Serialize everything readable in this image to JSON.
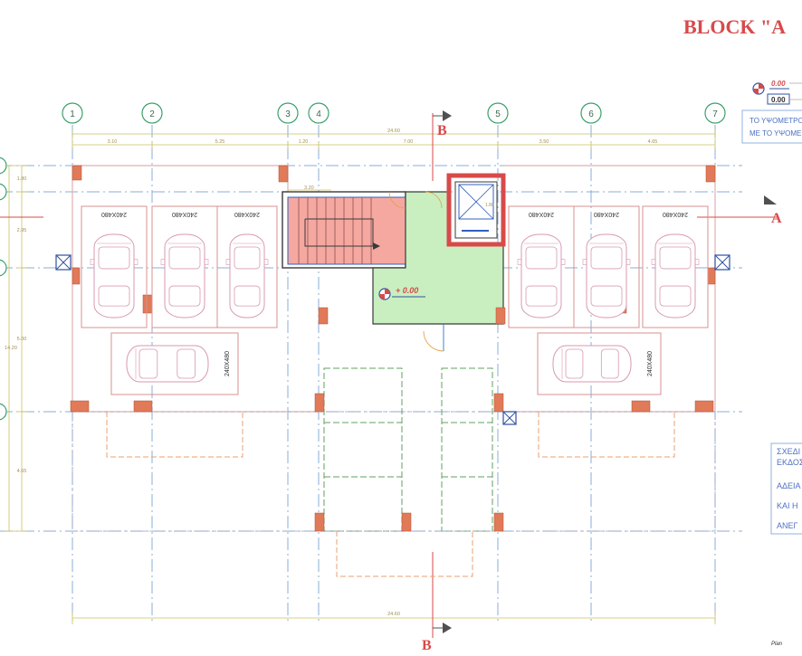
{
  "title": "BLOCK \"A",
  "section_a": "A",
  "section_b": "B",
  "grid_numbers": [
    "1",
    "2",
    "3",
    "4",
    "5",
    "6",
    "7"
  ],
  "dims_top_total": "24.60",
  "dims_top": [
    "3.10",
    "5.25",
    "1.20",
    "7.00",
    "3.50",
    "4.65"
  ],
  "dims_bottom_total": "24.60",
  "dims_left": [
    "1.80",
    "2.95",
    "5.00",
    "14.20",
    "4.65"
  ],
  "stair_dim": "3.20",
  "elevator_dim": "1.80",
  "level_label": "+ 0.00",
  "legend_level": "0.00",
  "legend_box": "0.00",
  "note_lines": [
    "ΤΟ ΥΨΟΜΕΤΡΟ",
    "ΜΕ ΤΟ ΥΨΟΜΕ"
  ],
  "stamp_lines": [
    "ΣΧΕΔΙ",
    "ΕΚΔΟΣ",
    "ΑΔΕΙΑ",
    "ΚΑΙ Η",
    "ΑΝΕΓ"
  ],
  "parking_labels": [
    "240X480",
    "240X480",
    "240X480",
    "240X480",
    "240X480",
    "240X480",
    "240X480",
    "240X480"
  ],
  "footer_text": "Plan",
  "colors": {
    "accent_red": "#d84a4a",
    "grid_green": "#3aa06a",
    "dim_line": "#c8c060",
    "axis_blue": "#8aaed8",
    "core_green": "#c9efc0",
    "stair_red": "#f4a8a0"
  }
}
